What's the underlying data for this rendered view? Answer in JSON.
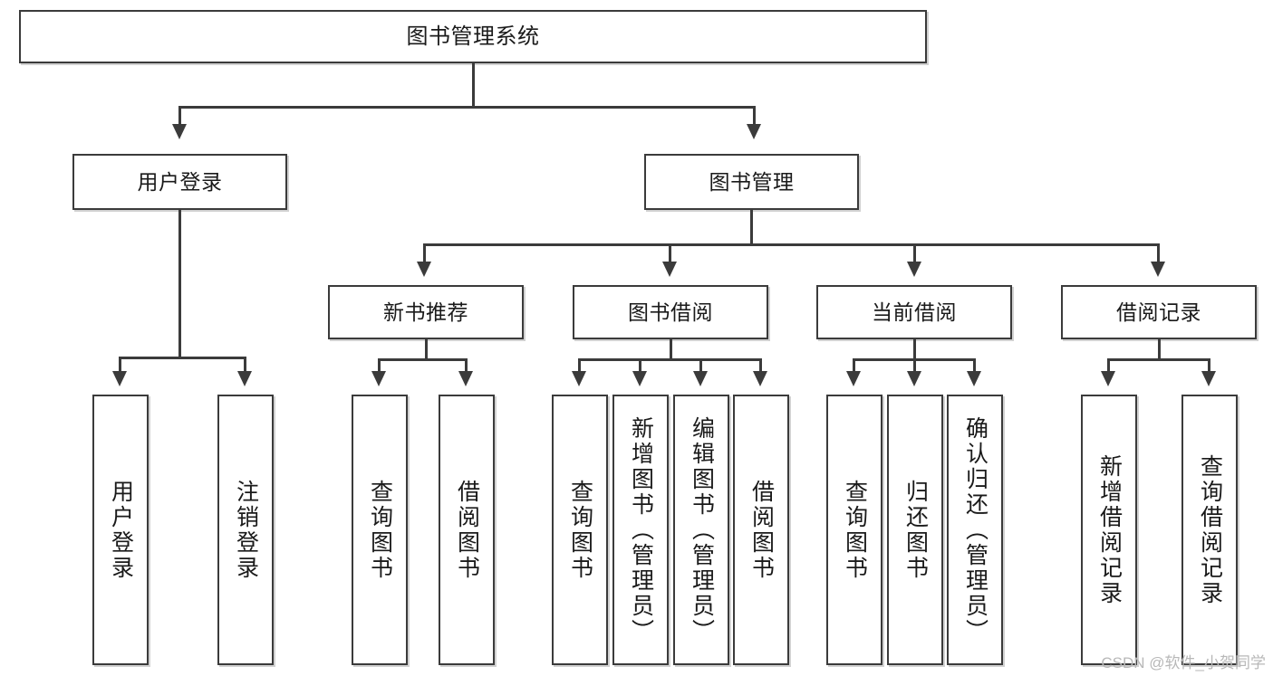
{
  "diagram": {
    "title": "图书管理系统",
    "root": {
      "label": "图书管理系统"
    },
    "level2": [
      {
        "label": "用户登录"
      },
      {
        "label": "图书管理"
      }
    ],
    "level3": [
      {
        "label": "新书推荐"
      },
      {
        "label": "图书借阅"
      },
      {
        "label": "当前借阅"
      },
      {
        "label": "借阅记录"
      }
    ],
    "leaves": {
      "user_login": [
        {
          "label": "用户登录"
        },
        {
          "label": "注销登录"
        }
      ],
      "new_book": [
        {
          "label": "查询图书"
        },
        {
          "label": "借阅图书"
        }
      ],
      "book_borrow": [
        {
          "label": "查询图书"
        },
        {
          "label": "新增图书（管理员）"
        },
        {
          "label": "编辑图书（管理员）"
        },
        {
          "label": "借阅图书"
        }
      ],
      "current_borrow": [
        {
          "label": "查询图书"
        },
        {
          "label": "归还图书"
        },
        {
          "label": "确认归还（管理员）"
        }
      ],
      "borrow_record": [
        {
          "label": "新增借阅记录"
        },
        {
          "label": "查询借阅记录"
        }
      ]
    }
  },
  "watermark": {
    "text": "CSDN @软件_小贺同学"
  },
  "colors": {
    "stroke": "#3b3b3b",
    "fill": "#ffffff",
    "text": "#1a1a1a",
    "watermark": "#b8b8b8"
  }
}
